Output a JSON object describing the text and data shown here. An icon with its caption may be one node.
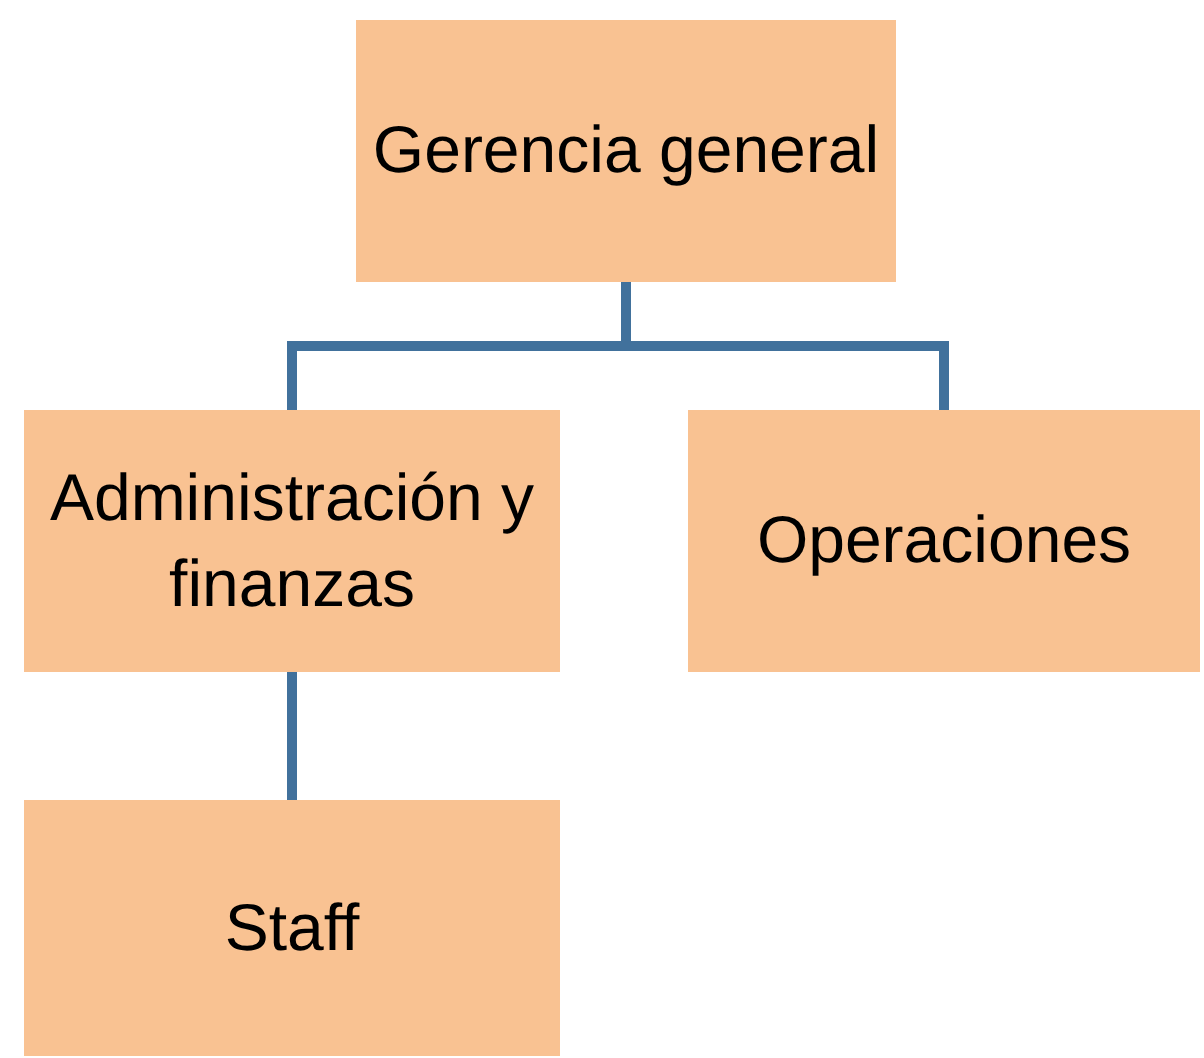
{
  "diagram": {
    "nodes": [
      {
        "text": [
          "Gerencia general"
        ]
      },
      {
        "text": [
          "Administración y finanzas"
        ]
      },
      {
        "text": [
          "Operaciones"
        ]
      },
      {
        "text": [
          "Staff"
        ]
      }
    ],
    "edges": [
      {
        "from": 0,
        "to": 1,
        "arrow": "none"
      },
      {
        "from": 0,
        "to": 2,
        "arrow": "none"
      },
      {
        "from": 1,
        "to": 3,
        "arrow": "none"
      }
    ]
  }
}
